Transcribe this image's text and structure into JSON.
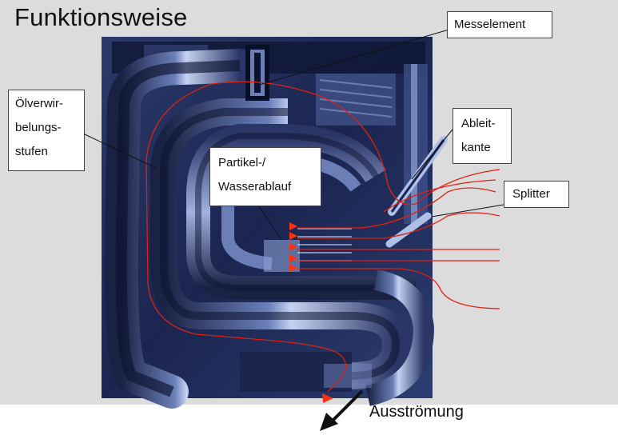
{
  "title": "Funktionsweise",
  "labels": {
    "messelement": "Messelement",
    "olverwirbelung": [
      "Ölverwir-",
      "belungs-",
      "stufen"
    ],
    "partikel": [
      "Partikel-/",
      "Wasserablauf"
    ],
    "ableitkante": [
      "Ableit-",
      "kante"
    ],
    "splitter": "Splitter",
    "ausstromung": "Ausströmung"
  },
  "colors": {
    "flow_line": "#e02010",
    "arrow_marker": "#ff3010",
    "photo_bg": "#1c2a55",
    "metal_highlight": "#b8c8ee"
  }
}
